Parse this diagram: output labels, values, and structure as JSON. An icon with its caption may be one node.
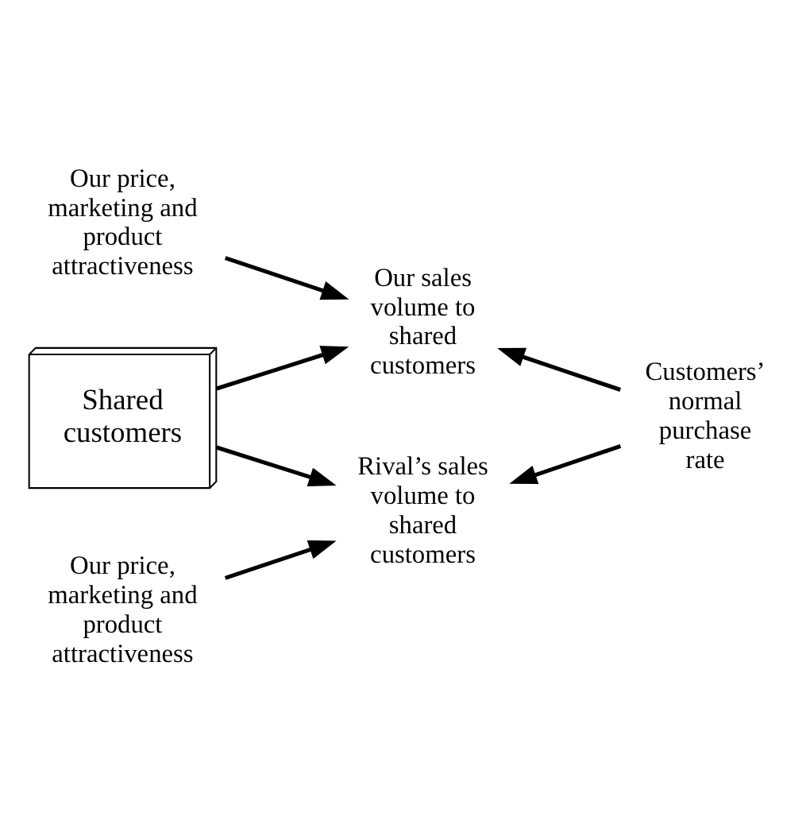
{
  "diagram": {
    "nodes": [
      {
        "text": [
          "Our price, marketing and product attractiveness"
        ]
      },
      {
        "text": [
          "Our sales volume to shared customers"
        ]
      },
      {
        "text": [
          "Shared customers"
        ]
      },
      {
        "text": [
          "Customers’ normal purchase rate"
        ]
      },
      {
        "text": [
          "Rival’s sales volume to shared customers"
        ]
      },
      {
        "text": [
          "Our price, marketing and product attractiveness"
        ]
      }
    ],
    "edges": [
      {
        "from": 0,
        "to": 1,
        "arrow": "to"
      },
      {
        "from": 2,
        "to": 1,
        "arrow": "to"
      },
      {
        "from": 3,
        "to": 1,
        "arrow": "to"
      },
      {
        "from": 2,
        "to": 4,
        "arrow": "to"
      },
      {
        "from": 3,
        "to": 4,
        "arrow": "to"
      },
      {
        "from": 5,
        "to": 4,
        "arrow": "to"
      }
    ]
  }
}
